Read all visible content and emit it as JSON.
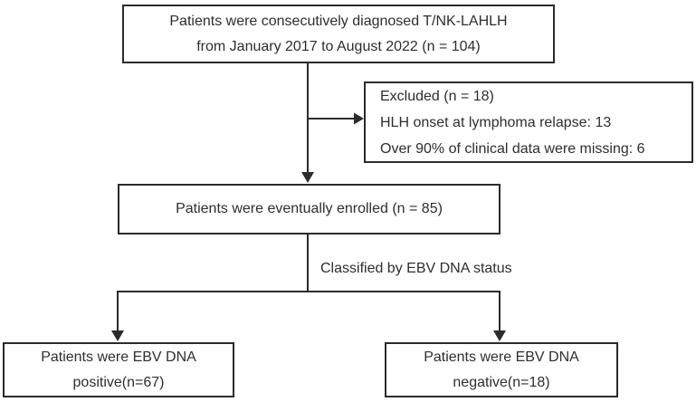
{
  "flowchart": {
    "background": "#ffffff",
    "line_color": "#2b2b2b",
    "text_color": "#2e2e2e",
    "boxes": {
      "diagnosed": {
        "lines": [
          "Patients were consecutively diagnosed T/NK-LAHLH",
          "from January 2017 to August 2022 (n = 104)"
        ]
      },
      "excluded": {
        "lines": [
          "Excluded (n = 18)",
          "HLH onset at lymphoma relapse: 13",
          "Over 90% of clinical data were missing: 6"
        ]
      },
      "enrolled": {
        "lines": [
          "Patients were eventually enrolled (n = 85)"
        ]
      },
      "ebv_positive": {
        "lines": [
          "Patients were EBV DNA",
          "positive(n=67)"
        ]
      },
      "ebv_negative": {
        "lines": [
          "Patients were EBV DNA",
          "negative(n=18)"
        ]
      }
    },
    "edge_label": "Classified by EBV DNA status"
  }
}
